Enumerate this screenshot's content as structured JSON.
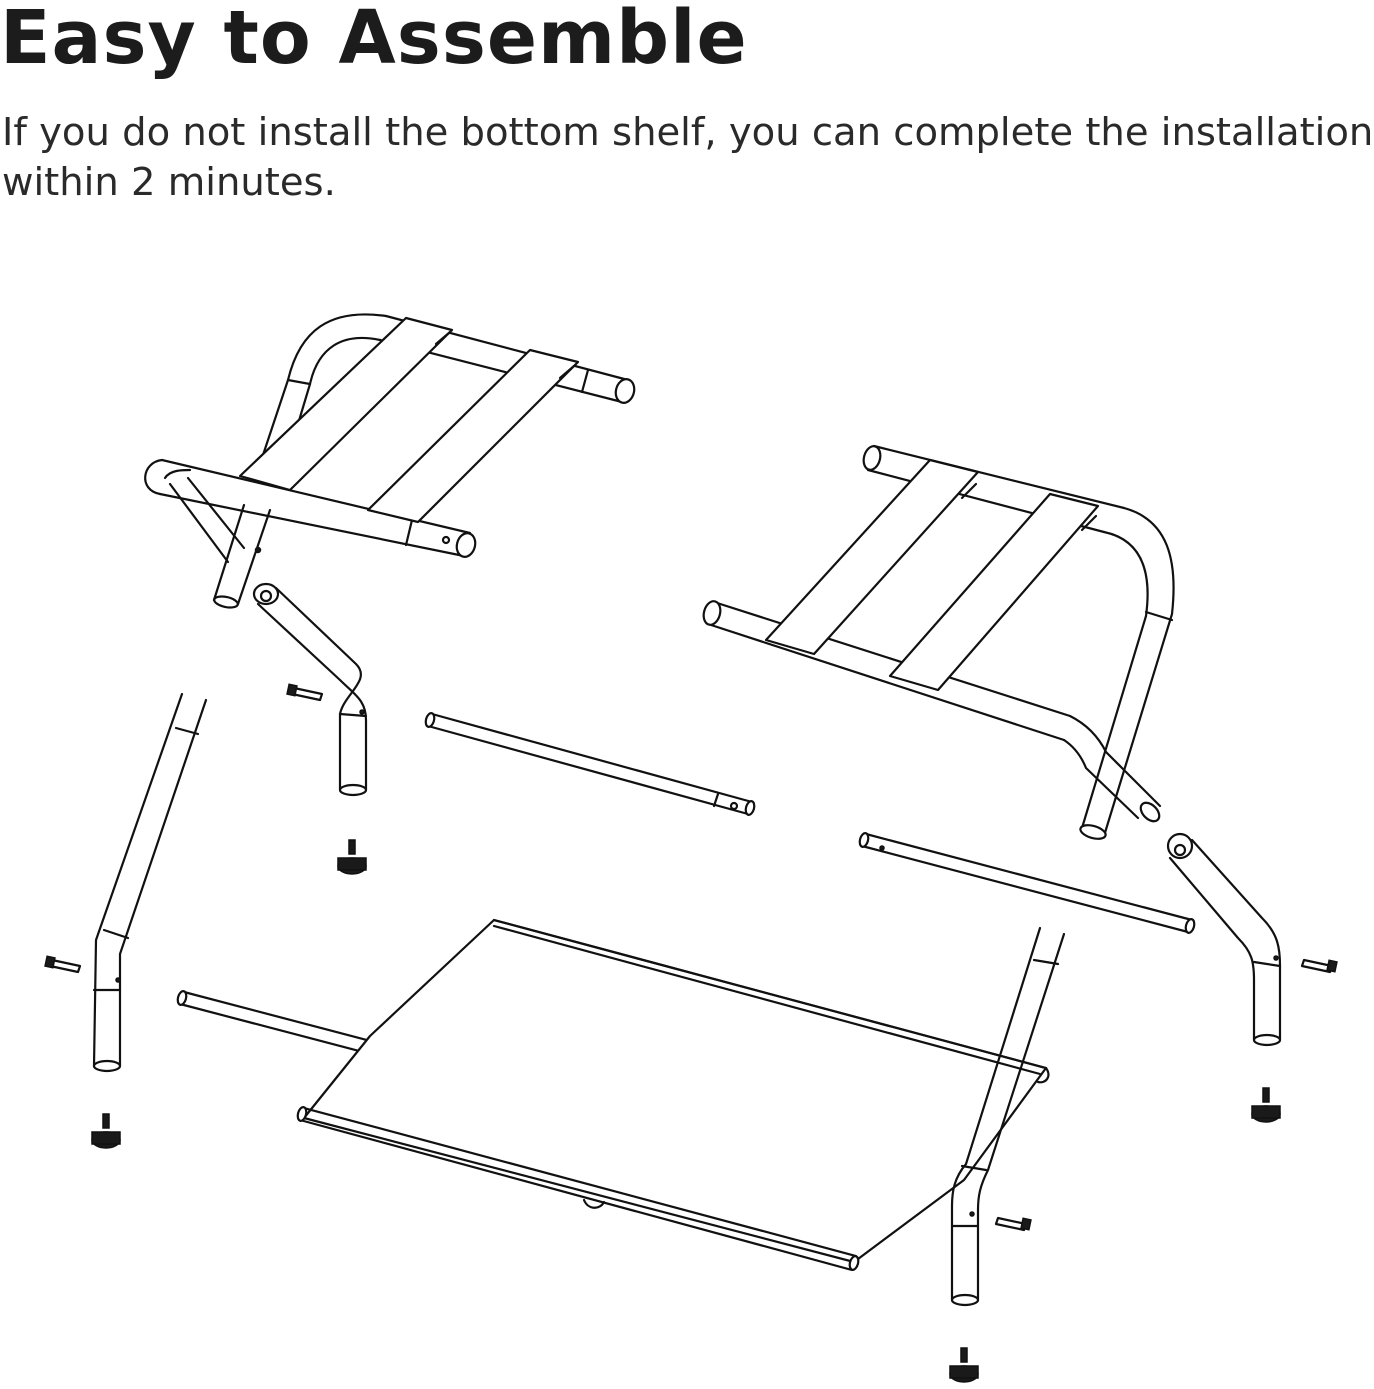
{
  "header": {
    "title": "Easy to Assemble",
    "description_line1": "If you do not install the bottom shelf, you can complete the installation",
    "description_line2": "within 2 minutes."
  },
  "diagram": {
    "parts": [
      "seat-frame-left",
      "seat-frame-right",
      "leg-front-left",
      "leg-front-right",
      "leg-rear-left",
      "leg-rear-right",
      "crossbar",
      "bottom-shelf",
      "foot-pad",
      "screw"
    ]
  },
  "colors": {
    "text": "#1c1c1c",
    "line": "#111111",
    "background": "#ffffff"
  }
}
